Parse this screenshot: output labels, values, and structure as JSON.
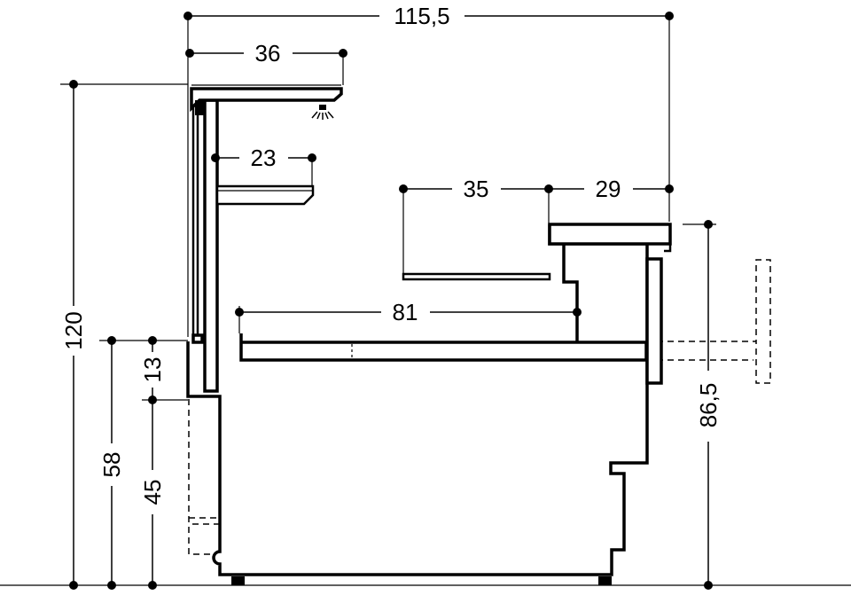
{
  "dimensions": {
    "total_width": "115,5",
    "canopy_depth": "36",
    "shelf_depth": "23",
    "glass_depth": "35",
    "counter_top_depth": "29",
    "worktop_depth": "81",
    "total_height": "120",
    "counter_height": "58",
    "upper_height": "13",
    "base_height": "45",
    "top_height": "86,5"
  }
}
